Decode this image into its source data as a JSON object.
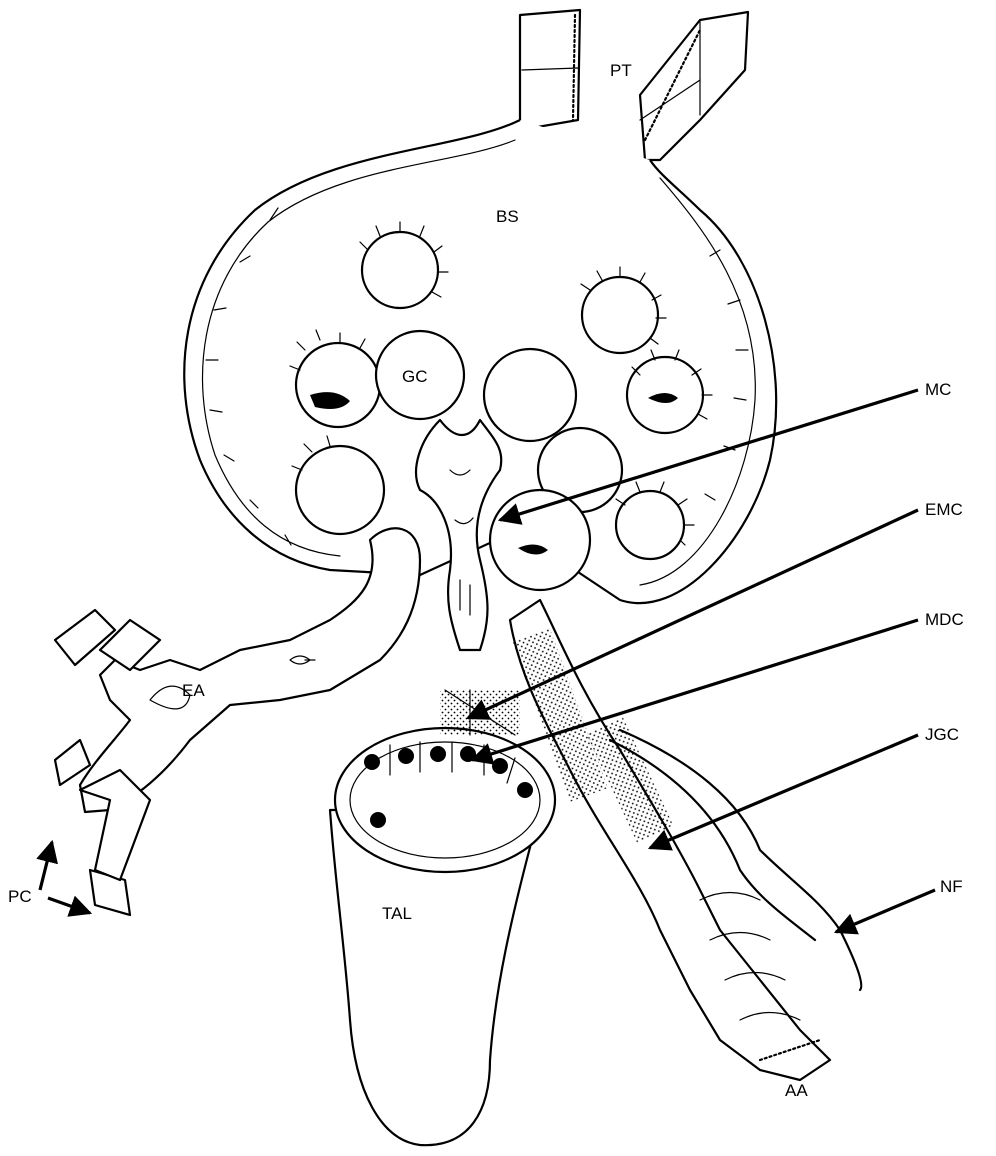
{
  "labels": {
    "pt": "PT",
    "bs": "BS",
    "gc": "GC",
    "mc": "MC",
    "emc": "EMC",
    "mdc": "MDC",
    "jgc": "JGC",
    "ea": "EA",
    "pc": "PC",
    "tal": "TAL",
    "nf": "NF",
    "aa": "AA"
  }
}
